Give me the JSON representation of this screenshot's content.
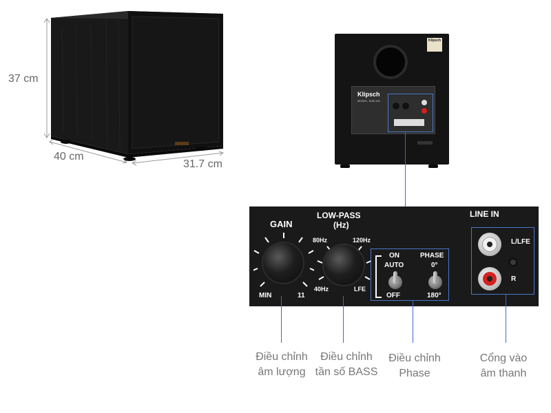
{
  "dimensions": {
    "height": "37 cm",
    "depth": "40 cm",
    "width": "31.7 cm"
  },
  "rear_panel": {
    "brand": "Klipsch",
    "model": "MODEL: SUB-100"
  },
  "panel": {
    "gain_title": "GAIN",
    "gain_min": "MIN",
    "gain_max": "11",
    "lowpass_title_1": "LOW-PASS",
    "lowpass_title_2": "(Hz)",
    "lp_80": "80Hz",
    "lp_120": "120Hz",
    "lp_40": "40Hz",
    "lp_lfe": "LFE",
    "on_label": "ON",
    "auto_label": "AUTO",
    "off_label": "OFF",
    "phase_title": "PHASE",
    "phase_0": "0°",
    "phase_180": "180°",
    "linein_title": "LINE IN",
    "llfe_label": "L/LFE",
    "r_label": "R"
  },
  "callouts": [
    {
      "line1": "Điều chỉnh",
      "line2": "âm lượng"
    },
    {
      "line1": "Điều chỉnh",
      "line2": "tần số BASS"
    },
    {
      "line1": "Điều chỉnh",
      "line2": "Phase"
    },
    {
      "line1": "Cổng vào",
      "line2": "âm thanh"
    }
  ],
  "colors": {
    "panel_bg": "#1a1a1a",
    "highlight_box": "#4a78c8",
    "callout_line": "#3a6ad0",
    "dimension_line": "#999999",
    "rca_red": "#d42020",
    "rca_white": "#f2f2f2"
  }
}
